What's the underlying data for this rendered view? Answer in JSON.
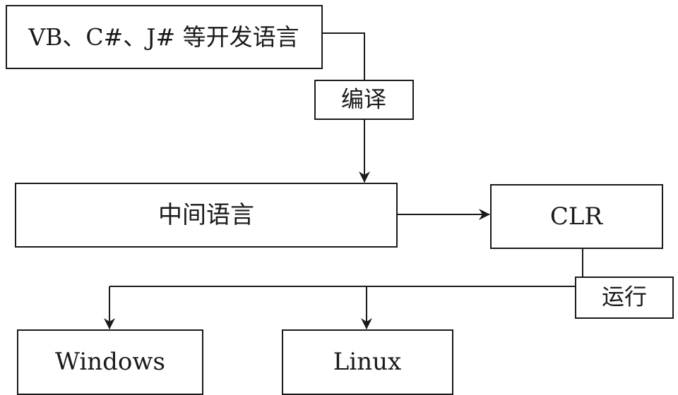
{
  "diagram": {
    "nodes": {
      "source_languages": "VB、C#、J# 等开发语言",
      "intermediate_language": "中间语言",
      "clr": "CLR",
      "windows": "Windows",
      "linux": "Linux"
    },
    "edge_labels": {
      "compile": "编译",
      "run": "运行"
    }
  }
}
